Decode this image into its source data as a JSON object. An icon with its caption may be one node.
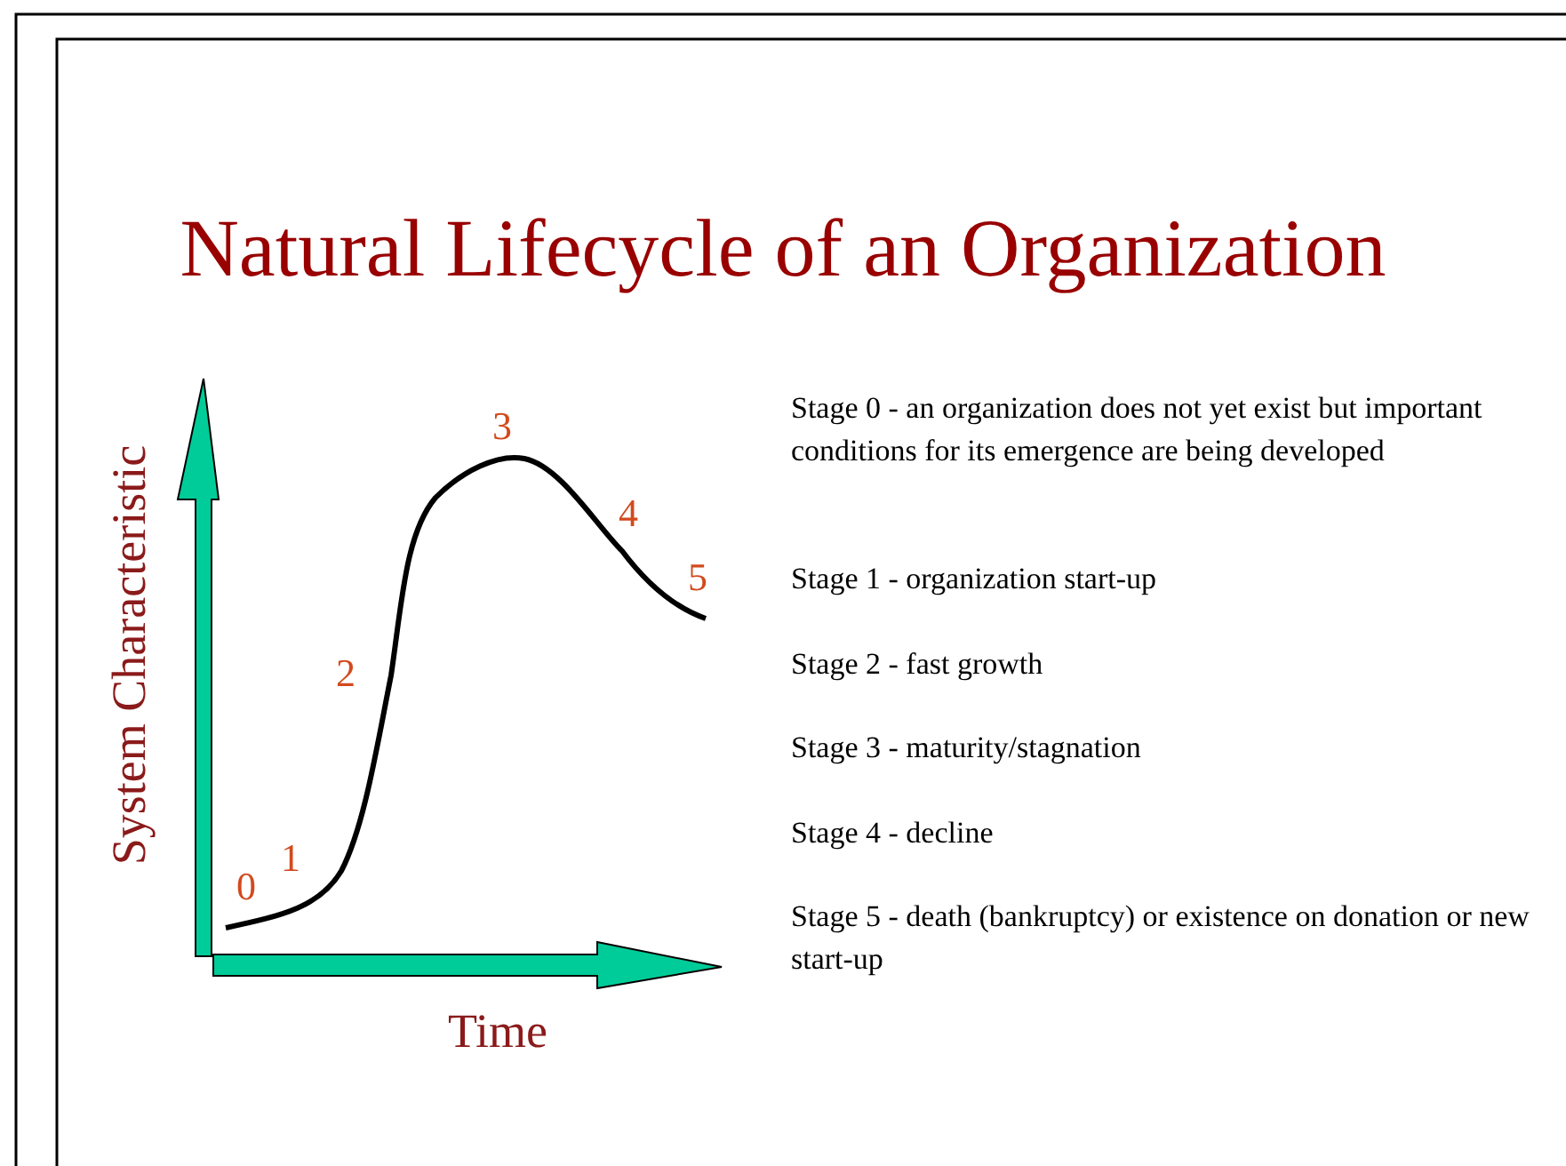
{
  "diagram": {
    "title": "Natural Lifecycle of an Organization",
    "labels": [
      "System Characteristic",
      "0",
      "1",
      "2",
      "3",
      "4",
      "5",
      "Time",
      "Stage 0 - an organization does not yet exist but important conditions for its emergence are being developed",
      "Stage 1 - organization start-up",
      "Stage 2 - fast growth",
      "Stage 3 - maturity/stagnation",
      "Stage 4 - decline",
      "Stage 5 - death (bankruptcy) or existence on donation or new start-up"
    ]
  }
}
